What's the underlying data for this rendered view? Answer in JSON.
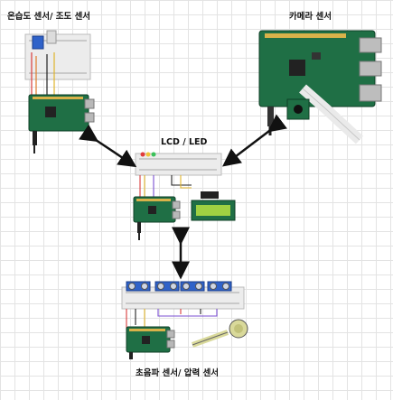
{
  "labels": {
    "sensor_group_a": "온습도 센서/ 조도 센서",
    "camera": "카메라 센서",
    "lcd_led": "LCD / LED",
    "sensor_group_b": "초음파 센서/ 압력 센서"
  },
  "colors": {
    "pcb": "#1f6f45",
    "breadboard": "#ececec",
    "wire_red": "#d83b3b",
    "wire_yellow": "#e0b42c",
    "wire_black": "#222222",
    "lcd_screen": "#9fd142",
    "sensor_blue": "#2f62c9"
  }
}
